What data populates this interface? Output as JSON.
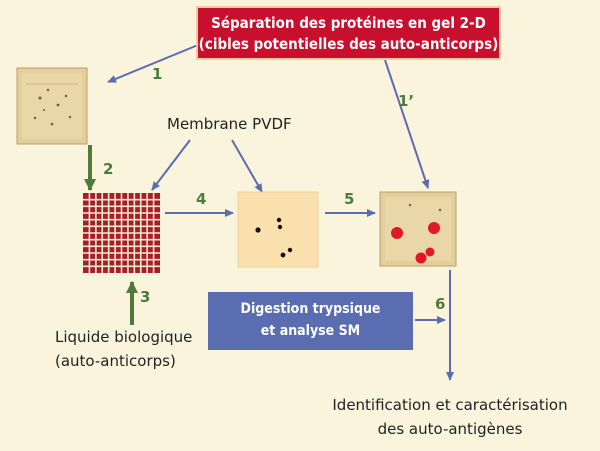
{
  "title": {
    "line1": "Séparation des protéines en gel 2-D",
    "line2": "(cibles potentielles des auto-anticorps)"
  },
  "membrane_label": "Membrane PVDF",
  "liquid_label": {
    "line1": "Liquide biologique",
    "line2": "(auto-anticorps)"
  },
  "digestion": {
    "line1": "Digestion trypsique",
    "line2": "et analyse SM"
  },
  "result": {
    "line1": "Identification et caractérisation",
    "line2": "des auto-antigènes"
  },
  "steps": {
    "s1": "1",
    "s1p": "1’",
    "s2": "2",
    "s3": "3",
    "s4": "4",
    "s5": "5",
    "s6": "6"
  },
  "colors": {
    "background": "#fbf4dc",
    "title_box": "#c8102e",
    "arrow_blue": "#5a6db1",
    "arrow_green": "#4e7a3a",
    "grid_red": "#a31f2a",
    "spot_red": "#e0192a"
  }
}
